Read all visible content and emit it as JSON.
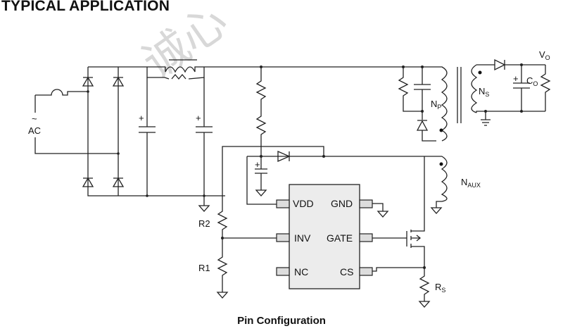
{
  "header": {
    "title": "TYPICAL APPLICATION"
  },
  "footer": {
    "caption": "Pin Configuration"
  },
  "watermark": {
    "text": "诚心"
  },
  "chip": {
    "pins_left": [
      "VDD",
      "INV",
      "NC"
    ],
    "pins_right": [
      "GND",
      "GATE",
      "CS"
    ]
  },
  "labels": {
    "ac": "AC",
    "ac_symbol": "~",
    "vo": "V",
    "vo_sub": "O",
    "co": "C",
    "co_sub": "O",
    "ns": "N",
    "ns_sub": "S",
    "np": "N",
    "np_sub": "P",
    "naux": "N",
    "naux_sub": "AUX",
    "r2": "R2",
    "r1": "R1",
    "rs": "R",
    "rs_sub": "S",
    "plus": "+"
  },
  "colors": {
    "wire": "#222222",
    "chip_fill": "#ececec",
    "watermark": "#d8d8d8"
  }
}
